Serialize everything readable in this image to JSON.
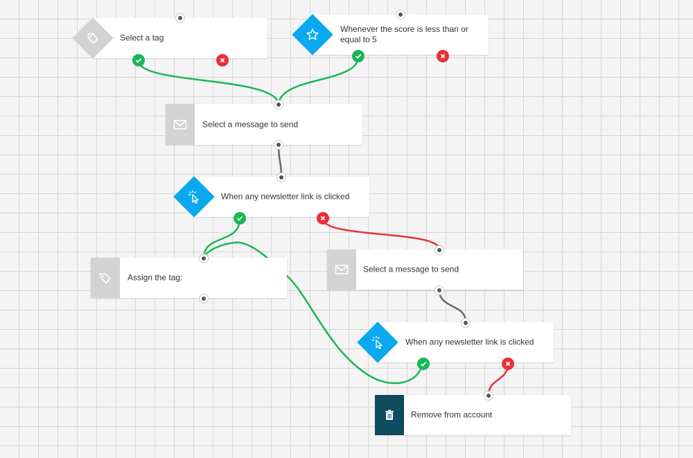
{
  "colors": {
    "success": "#19b655",
    "failure": "#e8303a",
    "neutral_wire": "#666666",
    "trigger_blue": "#09a9ef",
    "action_gray": "#d3d3d3",
    "delete_dark": "#0e4b5f"
  },
  "nodes": {
    "select_tag": {
      "label": "Select a tag",
      "icon": "tag-icon"
    },
    "score_trigger": {
      "label": "Whenever the score is less than or equal to 5",
      "icon": "star-icon"
    },
    "send_message_1": {
      "label": "Select a message to send",
      "icon": "envelope-icon"
    },
    "link_clicked_1": {
      "label": "When any newsletter link is clicked",
      "icon": "click-cursor-icon"
    },
    "assign_tag": {
      "label": "Assign the tag:",
      "icon": "tag-icon"
    },
    "send_message_2": {
      "label": "Select a message to send",
      "icon": "envelope-icon"
    },
    "link_clicked_2": {
      "label": "When any newsletter link is clicked",
      "icon": "click-cursor-icon"
    },
    "remove_account": {
      "label": "Remove from account",
      "icon": "trash-icon"
    }
  }
}
